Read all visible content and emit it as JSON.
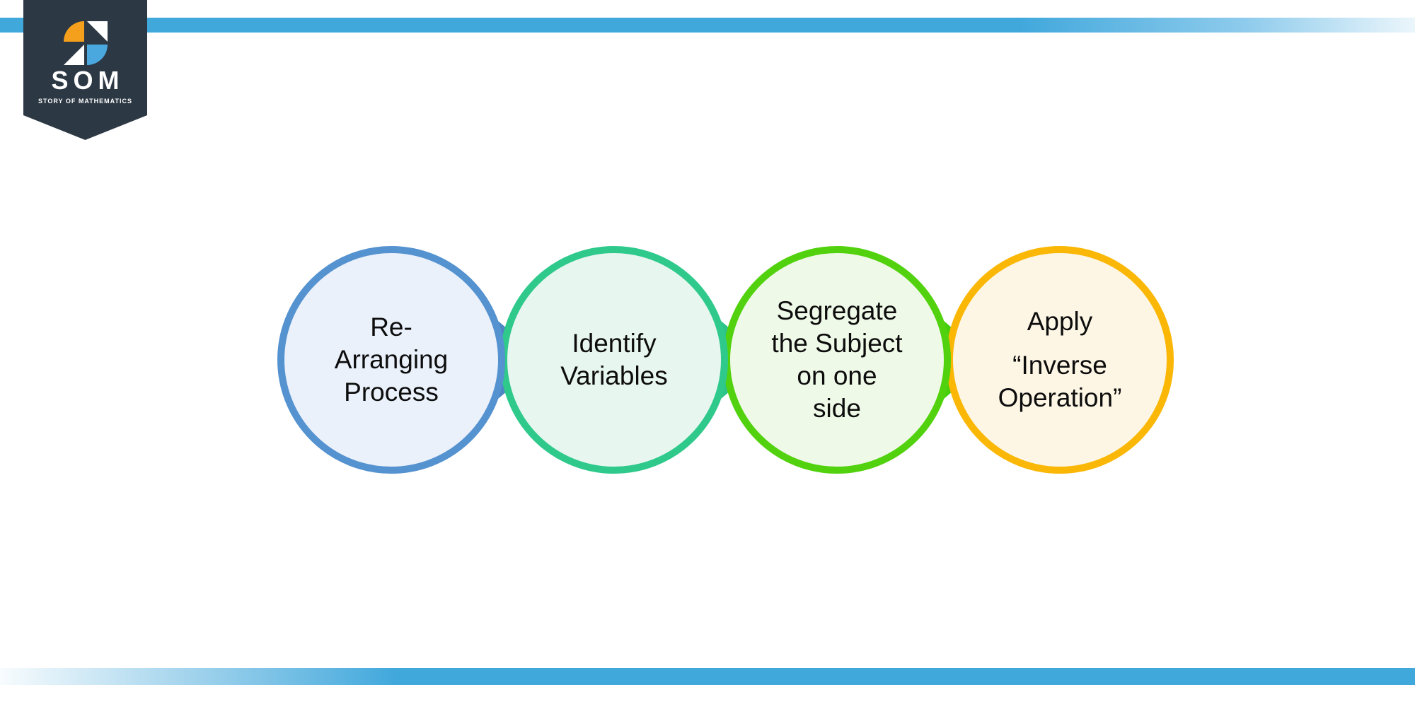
{
  "page": {
    "background": "#ffffff",
    "accent_bar_color": "#41a8dc"
  },
  "logo": {
    "text": "SOM",
    "subtext": "STORY OF MATHEMATICS",
    "banner_color": "#2c3844",
    "icon_orange": "#f5a01c",
    "icon_blue": "#4aa8de",
    "icon_white": "#ffffff"
  },
  "diagram": {
    "type": "process-flow",
    "text_color": "#0d0d0d",
    "steps": [
      {
        "id": "rearranging-process",
        "paragraphs": [
          "Re-\nArranging\nProcess"
        ],
        "border_color": "#5592d0",
        "fill_color": "#eaf1fb",
        "arrow_color": "#4e86c4",
        "has_arrow": true
      },
      {
        "id": "identify-variables",
        "paragraphs": [
          "Identify\nVariables"
        ],
        "border_color": "#2fc98c",
        "fill_color": "#e8f6f0",
        "arrow_color": "#2cc389",
        "has_arrow": true
      },
      {
        "id": "segregate-subject",
        "paragraphs": [
          "Segregate\nthe Subject\non one\nside"
        ],
        "border_color": "#52d20e",
        "fill_color": "#eff9e8",
        "arrow_color": "#47ce0b",
        "has_arrow": true
      },
      {
        "id": "apply-inverse-operation",
        "paragraphs": [
          "Apply",
          "“Inverse\nOperation”"
        ],
        "border_color": "#fab705",
        "fill_color": "#fdf6e5",
        "has_arrow": false
      }
    ]
  }
}
